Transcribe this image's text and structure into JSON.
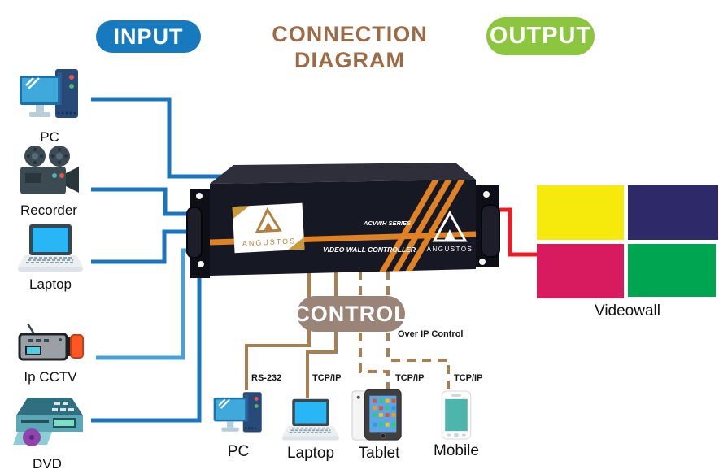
{
  "header": {
    "input_badge": "INPUT",
    "title_line1": "CONNECTION",
    "title_line2": "DIAGRAM",
    "output_badge": "OUTPUT"
  },
  "input_devices": [
    {
      "label": "PC"
    },
    {
      "label": "Recorder"
    },
    {
      "label": "Laptop"
    },
    {
      "label": "Ip CCTV"
    },
    {
      "label": "DVD"
    }
  ],
  "controller": {
    "brand": "ANGUSTOS",
    "series": "ACVWH SERIES",
    "product": "VIDEO WALL CONTROLLER"
  },
  "output_section": {
    "videowall_label": "Videowall",
    "tile_colors": [
      "#f6ea0c",
      "#2e2a69",
      "#d81b5e",
      "#00a551"
    ]
  },
  "control_section": {
    "badge": "CONTROL",
    "over_ip_label": "Over IP Control",
    "connections": [
      {
        "protocol": "RS-232",
        "device": "PC"
      },
      {
        "protocol": "TCP/IP",
        "device": "Laptop"
      },
      {
        "protocol": "TCP/IP",
        "device": "Tablet"
      },
      {
        "protocol": "TCP/IP",
        "device": "Mobile"
      }
    ]
  },
  "colors": {
    "input_badge_bg": "#1779be",
    "output_badge_bg": "#8cc63f",
    "control_badge_bg": "#9a8477",
    "title_text": "#9c6b46",
    "input_line": "#1b75bc",
    "input_line_light": "#4a9fd4",
    "output_line": "#ed1c24",
    "control_line": "#a87f52"
  }
}
